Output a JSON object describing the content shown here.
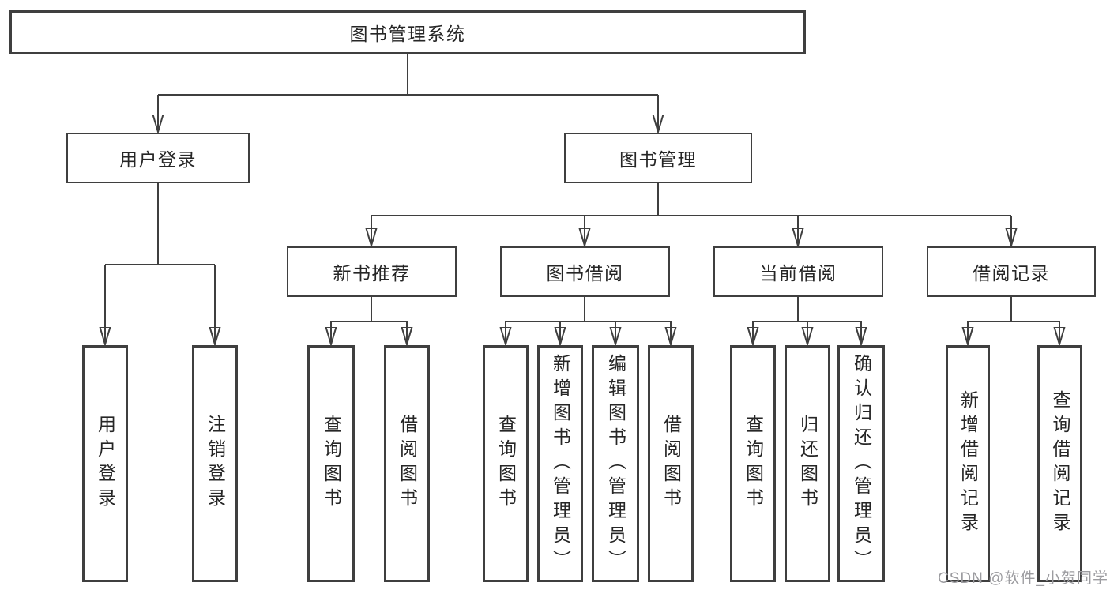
{
  "tree": {
    "root": {
      "label": "图书管理系统"
    },
    "children": [
      {
        "label": "用户登录",
        "children": [
          {
            "label": "用户登录"
          },
          {
            "label": "注销登录"
          }
        ]
      },
      {
        "label": "图书管理",
        "children": [
          {
            "label": "新书推荐",
            "children": [
              {
                "label": "查询图书"
              },
              {
                "label": "借阅图书"
              }
            ]
          },
          {
            "label": "图书借阅",
            "children": [
              {
                "label": "查询图书"
              },
              {
                "label": "新增图书（管理员）"
              },
              {
                "label": "编辑图书（管理员）"
              },
              {
                "label": "借阅图书"
              }
            ]
          },
          {
            "label": "当前借阅",
            "children": [
              {
                "label": "查询图书"
              },
              {
                "label": "归还图书"
              },
              {
                "label": "确认归还（管理员）"
              }
            ]
          },
          {
            "label": "借阅记录",
            "children": [
              {
                "label": "新增借阅记录"
              },
              {
                "label": "查询借阅记录"
              }
            ]
          }
        ]
      }
    ]
  },
  "watermark": {
    "text": "CSDN @软件_小贺同学"
  },
  "colors": {
    "line": "#3f3f3f",
    "box_border": "#3f3f3f",
    "text": "#262626",
    "watermark": "#9c9ca0",
    "background": "#ffffff"
  }
}
